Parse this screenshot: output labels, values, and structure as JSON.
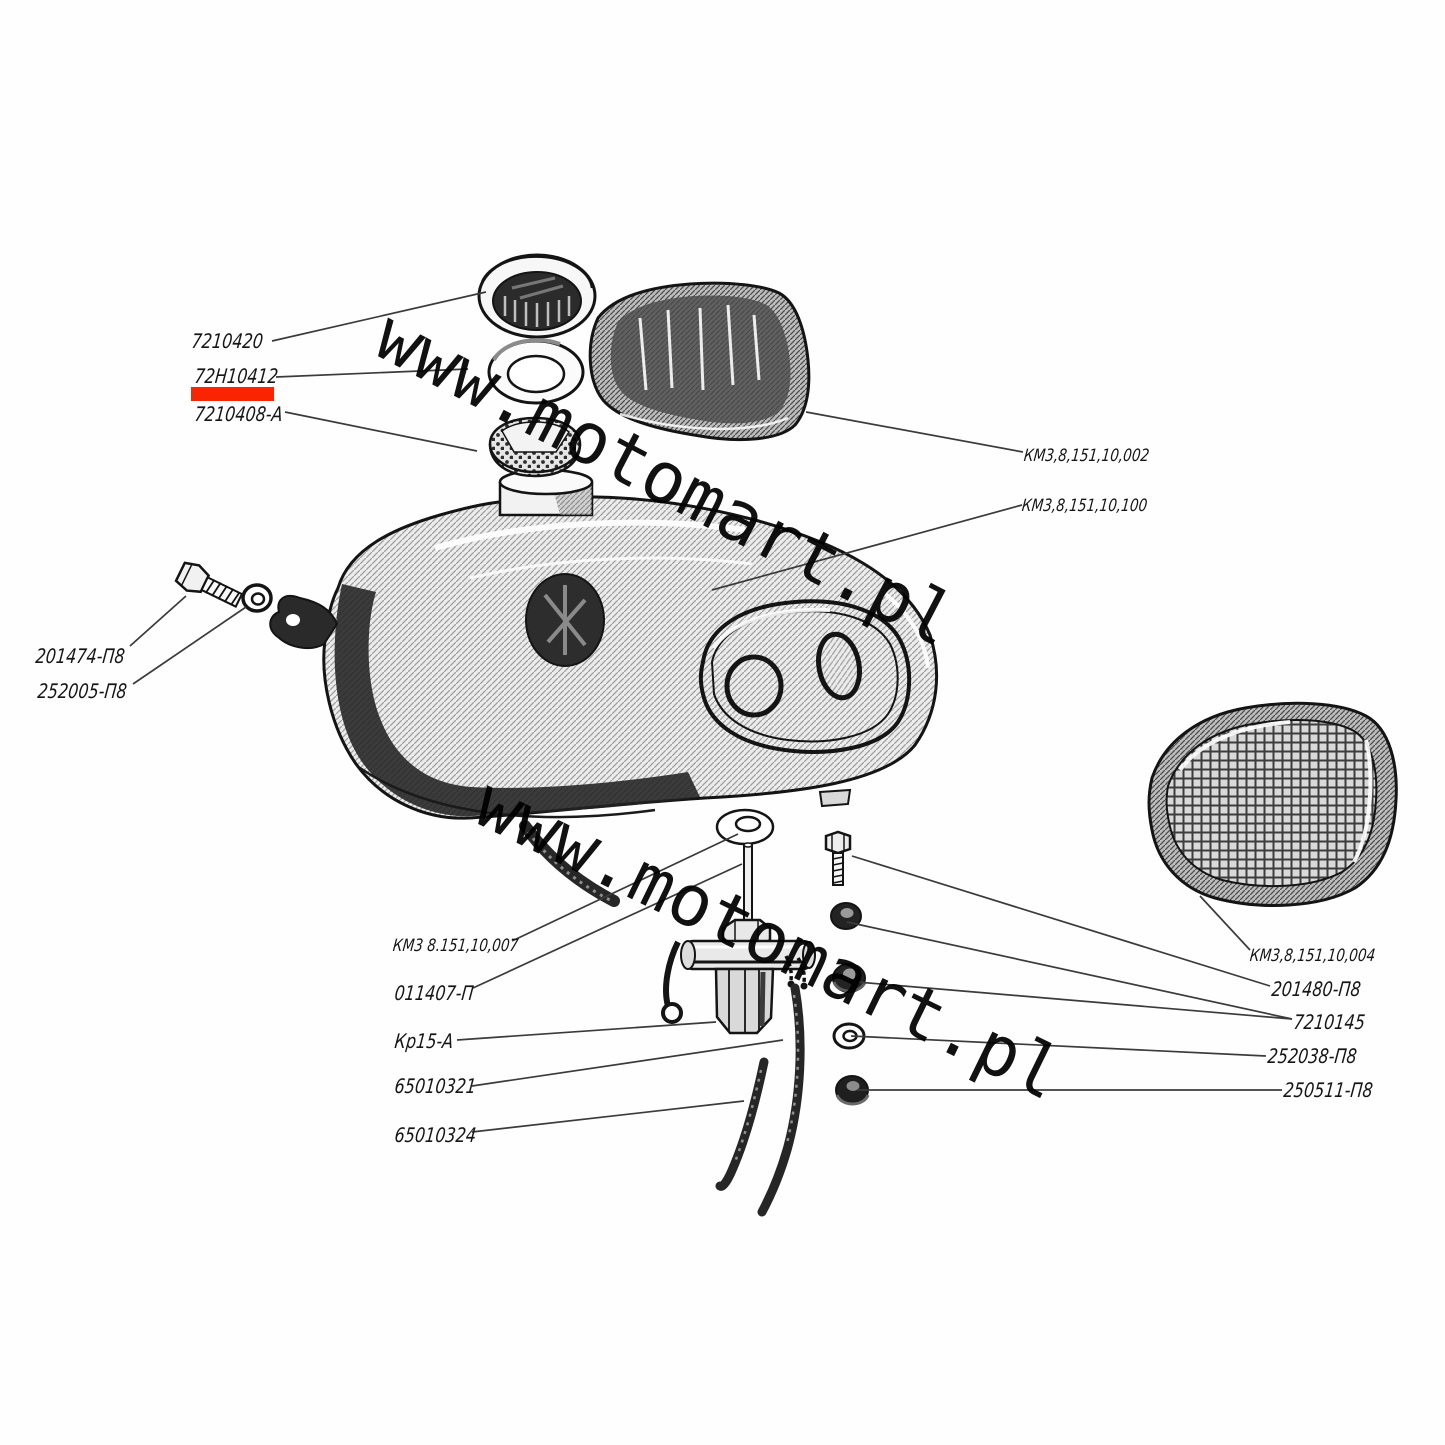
{
  "watermark": {
    "text": "www.motomart.pl",
    "occurrences": 2
  },
  "highlight": {
    "color": "#f92500",
    "highlighted_part": "72Н10412"
  },
  "labels": {
    "cap": "7210420",
    "seal_ring": "72Н10412",
    "strainer": "7210408-А",
    "left_knee_pad": "КМ3,8,151,10,002",
    "tank_assembly": "КМ3,8,151,10,100",
    "bolt_front": "201474-П8",
    "washer_front": "252005-П8",
    "tap_washer": "КМ3 8.151,10,007",
    "rod": "011407-П",
    "fuel_tap": "Кр15-А",
    "tube_long": "65010321",
    "tube_short": "65010324",
    "right_knee_pad": "КМ3,8,151,10,004",
    "bolt_rear": "201480-П8",
    "spacer": "7210145",
    "washer_rear": "252038-П8",
    "grommet": "250511-П8"
  }
}
